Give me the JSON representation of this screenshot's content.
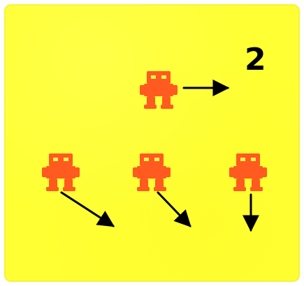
{
  "panel": {
    "number": "2",
    "background_color": "#ffff33"
  },
  "sprites": [
    {
      "name": "robot-top",
      "icon": "robot-icon",
      "color": "#ff5a1f",
      "motion": "right"
    },
    {
      "name": "robot-bottom-left",
      "icon": "robot-icon",
      "color": "#ff5a1f",
      "motion": "down-right"
    },
    {
      "name": "robot-bottom-middle",
      "icon": "robot-icon",
      "color": "#ff5a1f",
      "motion": "down-right"
    },
    {
      "name": "robot-bottom-right",
      "icon": "robot-icon",
      "color": "#ff5a1f",
      "motion": "down"
    }
  ],
  "arrow_color": "#000000"
}
